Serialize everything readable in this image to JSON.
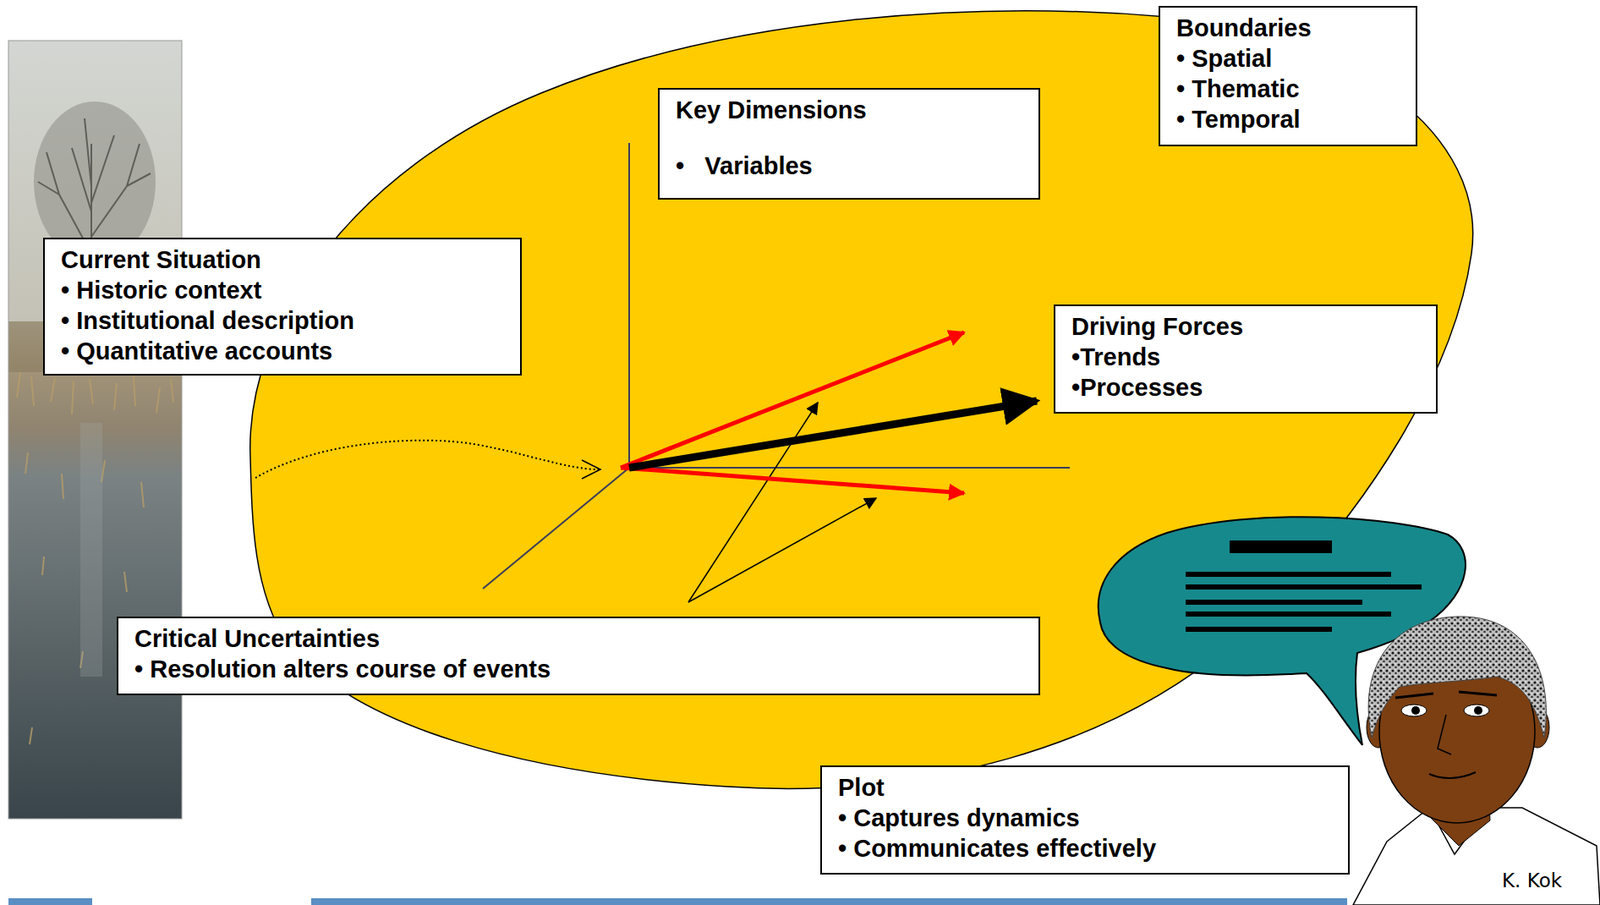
{
  "diagram": {
    "nodes": [
      {
        "text": [
          "Boundaries",
          "• Spatial",
          "• Thematic",
          "• Temporal"
        ]
      },
      {
        "text": [
          "Key Dimensions",
          "•   Variables"
        ]
      },
      {
        "text": [
          "Current Situation",
          "• Historic context",
          "• Institutional description",
          "• Quantitative accounts"
        ]
      },
      {
        "text": [
          "Driving Forces",
          "•Trends",
          "•Processes"
        ]
      },
      {
        "text": [
          "Critical Uncertainties",
          "• Resolution alters course of events"
        ]
      },
      {
        "text": [
          "Plot",
          "• Captures dynamics",
          "• Communicates effectively"
        ]
      }
    ],
    "labels": [
      "K. Kok"
    ]
  }
}
